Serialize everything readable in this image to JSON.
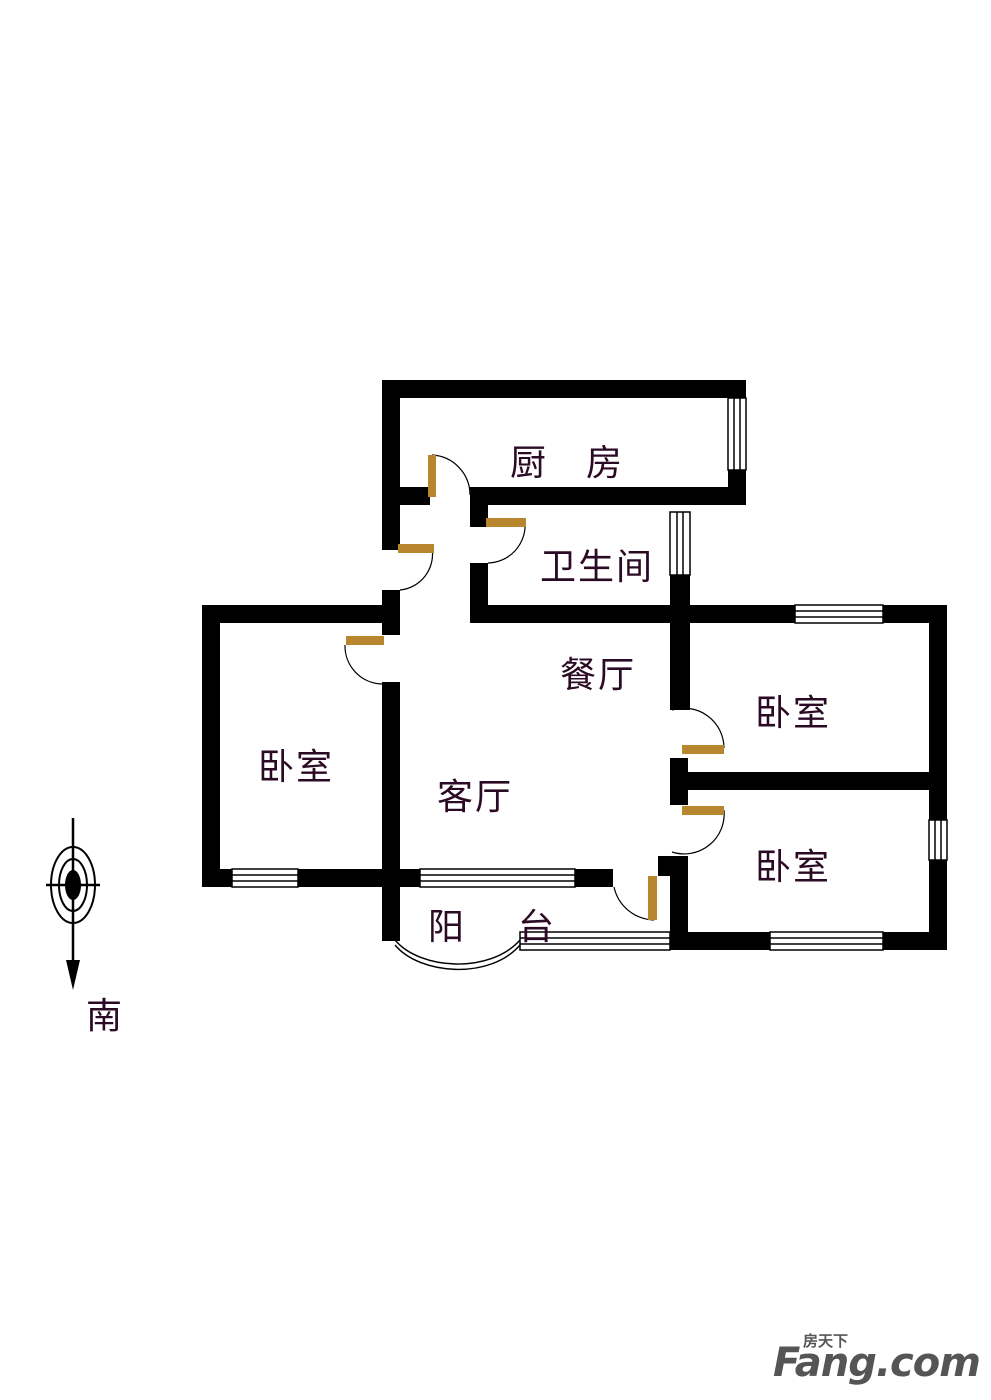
{
  "rooms": {
    "kitchen": "厨　房",
    "bathroom": "卫生间",
    "dining": "餐厅",
    "bedroom_west": "卧室",
    "living": "客厅",
    "bedroom_east_north": "卧室",
    "bedroom_east_south": "卧室",
    "balcony_1": "阳",
    "balcony_2": "台"
  },
  "compass": {
    "label": "南"
  },
  "watermark": {
    "small": "房天下",
    "big": "Fang.com"
  },
  "colors": {
    "wall": "#000000",
    "door": "#b8862e",
    "text": "#2a0a24"
  }
}
